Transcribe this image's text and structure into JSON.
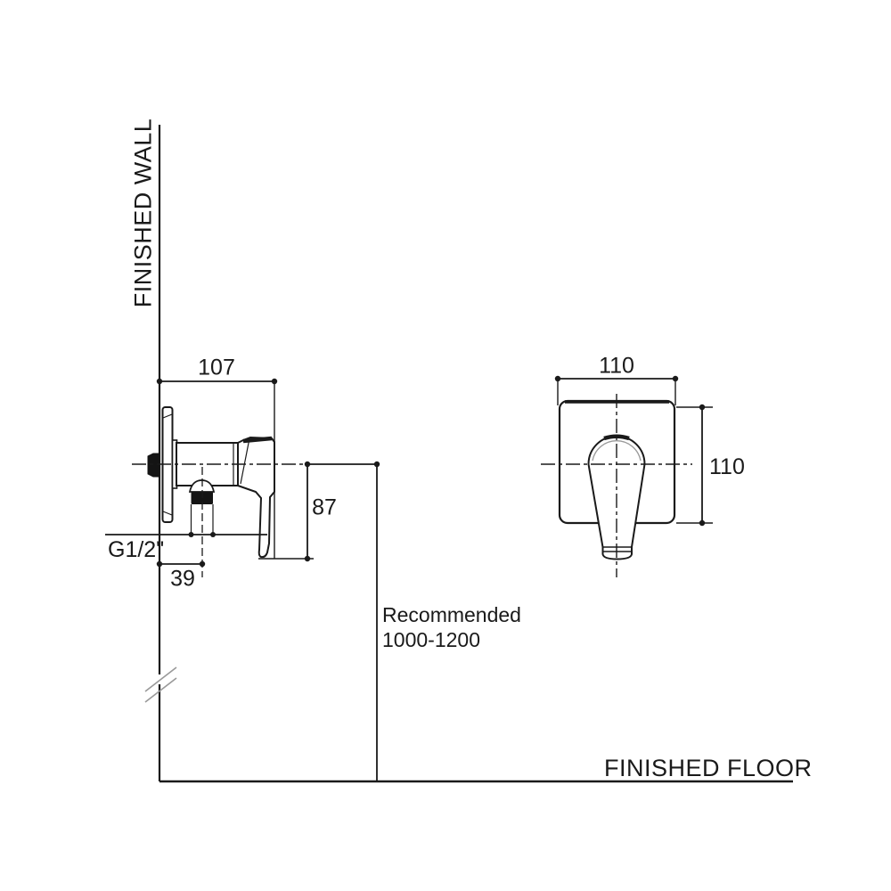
{
  "drawing": {
    "type": "installation-dimension-diagram",
    "labels": {
      "finished_wall": "FINISHED WALL",
      "finished_floor": "FINISHED FLOOR",
      "recommended_line1": "Recommended",
      "recommended_line2": "1000-1200"
    },
    "side_view": {
      "depth_from_wall": "107",
      "handle_drop_from_center": "87",
      "outlet_offset_from_wall": "39",
      "outlet_thread": "G1/2\""
    },
    "front_view": {
      "plate_width": "110",
      "plate_height": "110"
    }
  },
  "colors": {
    "line": "#1a1a1a",
    "background": "#ffffff",
    "break_mark": "#999999",
    "fill_dark": "#141414",
    "inner_highlight": "#9a9a9a"
  }
}
